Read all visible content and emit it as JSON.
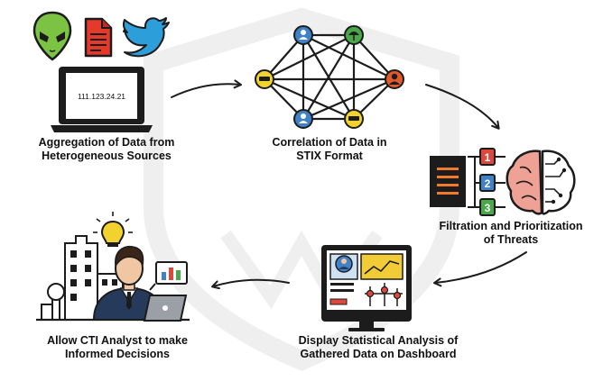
{
  "diagram": {
    "steps": [
      {
        "id": "aggregation",
        "line1": "Aggregation of Data from",
        "line2": "Heterogeneous Sources"
      },
      {
        "id": "correlation",
        "line1": "Correlation of Data in",
        "line2": "STIX Format"
      },
      {
        "id": "filtration",
        "line1": "Filtration and Prioritization",
        "line2": "of Threats"
      },
      {
        "id": "display",
        "line1": "Display Statistical Analysis of",
        "line2": "Gathered Data on Dashboard"
      },
      {
        "id": "analyst",
        "line1": "Allow CTI Analyst to make",
        "line2": "Informed Decisions"
      }
    ],
    "laptop_screen_text": "111.123.24.21",
    "priority_badges": [
      "1",
      "2",
      "3"
    ],
    "colors": {
      "outline": "#1c1c1c",
      "alien_green": "#7cc243",
      "document_red": "#e5392b",
      "twitter_blue": "#2c9ed9",
      "node_blue": "#3f82c7",
      "node_yellow": "#f2d22f",
      "node_green": "#4aa84a",
      "node_red": "#e05a2b",
      "document_orange": "#f07a2b",
      "brain_pink": "#f0a196",
      "chart_yellow": "#f2cc37",
      "chart_red": "#e0473c",
      "suit_navy": "#263a5c",
      "skin": "#f1c6a2",
      "watermark": "#ececec"
    },
    "icons": [
      "alien-icon",
      "document-icon",
      "twitter-bird-icon",
      "laptop-icon",
      "network-graph-icon",
      "document-stack-icon",
      "priority-list-icon",
      "brain-circuit-icon",
      "dashboard-monitor-icon",
      "lightbulb-icon",
      "city-buildings-icon",
      "analyst-avatar-icon",
      "chart-board-icon",
      "flow-arrow-icon"
    ]
  }
}
